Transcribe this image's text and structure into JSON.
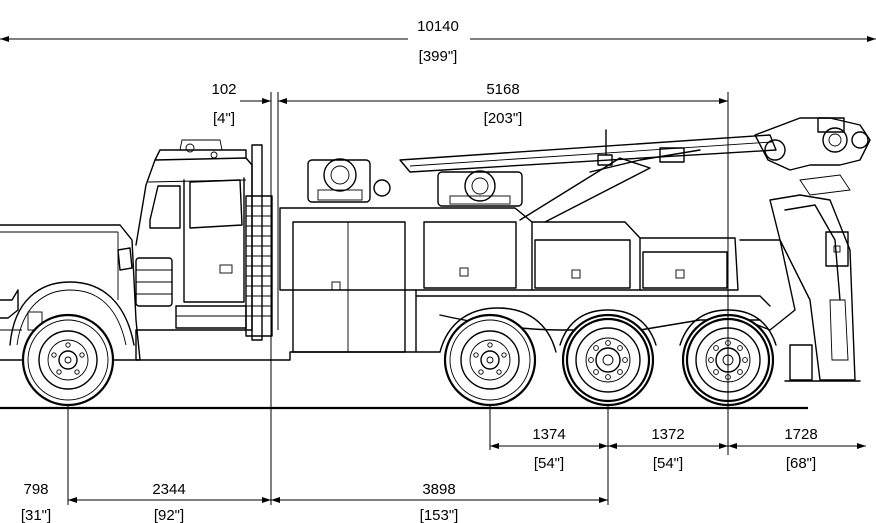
{
  "dimensions": {
    "overall_length": {
      "mm": "10140",
      "inch": "[399\"]"
    },
    "front_offset": {
      "mm": "102",
      "inch": "[4\"]"
    },
    "body_length": {
      "mm": "5168",
      "inch": "[203\"]"
    },
    "axle_spacing_1": {
      "mm": "1374",
      "inch": "[54\"]"
    },
    "axle_spacing_2": {
      "mm": "1372",
      "inch": "[54\"]"
    },
    "rear_overhang": {
      "mm": "1728",
      "inch": "[68\"]"
    },
    "front_overhang": {
      "mm": "798",
      "inch": "[31\"]"
    },
    "cab_to_axle": {
      "mm": "2344",
      "inch": "[92\"]"
    },
    "wheelbase": {
      "mm": "3898",
      "inch": "[153\"]"
    }
  },
  "colors": {
    "line": "#000000",
    "background": "#ffffff"
  }
}
